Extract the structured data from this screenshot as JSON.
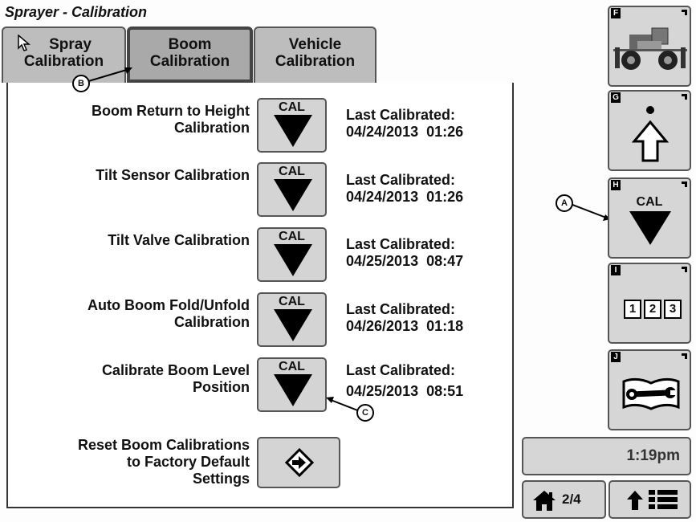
{
  "window": {
    "title": "Sprayer - Calibration"
  },
  "tabs": [
    {
      "line1": "Spray",
      "line2": "Calibration"
    },
    {
      "line1": "Boom",
      "line2": "Calibration"
    },
    {
      "line1": "Vehicle",
      "line2": "Calibration"
    }
  ],
  "rows": [
    {
      "label_line1": "Boom Return to Height",
      "label_line2": "Calibration",
      "button": "CAL",
      "last_label": "Last Calibrated:",
      "last_value": "04/24/2013  01:26"
    },
    {
      "label_line1": "Tilt Sensor Calibration",
      "label_line2": "",
      "button": "CAL",
      "last_label": "Last Calibrated:",
      "last_value": "04/24/2013  01:26"
    },
    {
      "label_line1": "Tilt Valve Calibration",
      "label_line2": "",
      "button": "CAL",
      "last_label": "Last Calibrated:",
      "last_value": "04/25/2013  08:47"
    },
    {
      "label_line1": "Auto Boom Fold/Unfold",
      "label_line2": "Calibration",
      "button": "CAL",
      "last_label": "Last Calibrated:",
      "last_value": "04/26/2013  01:18"
    },
    {
      "label_line1": "Calibrate Boom Level",
      "label_line2": "Position",
      "button": "CAL",
      "last_label": "Last Calibrated:",
      "last_value": "04/25/2013  08:51"
    }
  ],
  "reset": {
    "line1": "Reset Boom Calibrations",
    "line2": "to Factory Default",
    "line3": "Settings"
  },
  "sidebar": {
    "buttons": [
      {
        "letter": "F",
        "icon": "sprayer-machine-icon"
      },
      {
        "letter": "G",
        "icon": "up-arrow-icon"
      },
      {
        "letter": "H",
        "icon": "cal-down-icon",
        "text": "CAL"
      },
      {
        "letter": "I",
        "icon": "numeric-123-icon",
        "digits": [
          "1",
          "2",
          "3"
        ]
      },
      {
        "letter": "J",
        "icon": "manual-wrench-icon"
      }
    ]
  },
  "status": {
    "time": "1:19pm"
  },
  "bottom": {
    "page": "2/4"
  },
  "callouts": {
    "a": "A",
    "b": "B",
    "c": "C"
  }
}
